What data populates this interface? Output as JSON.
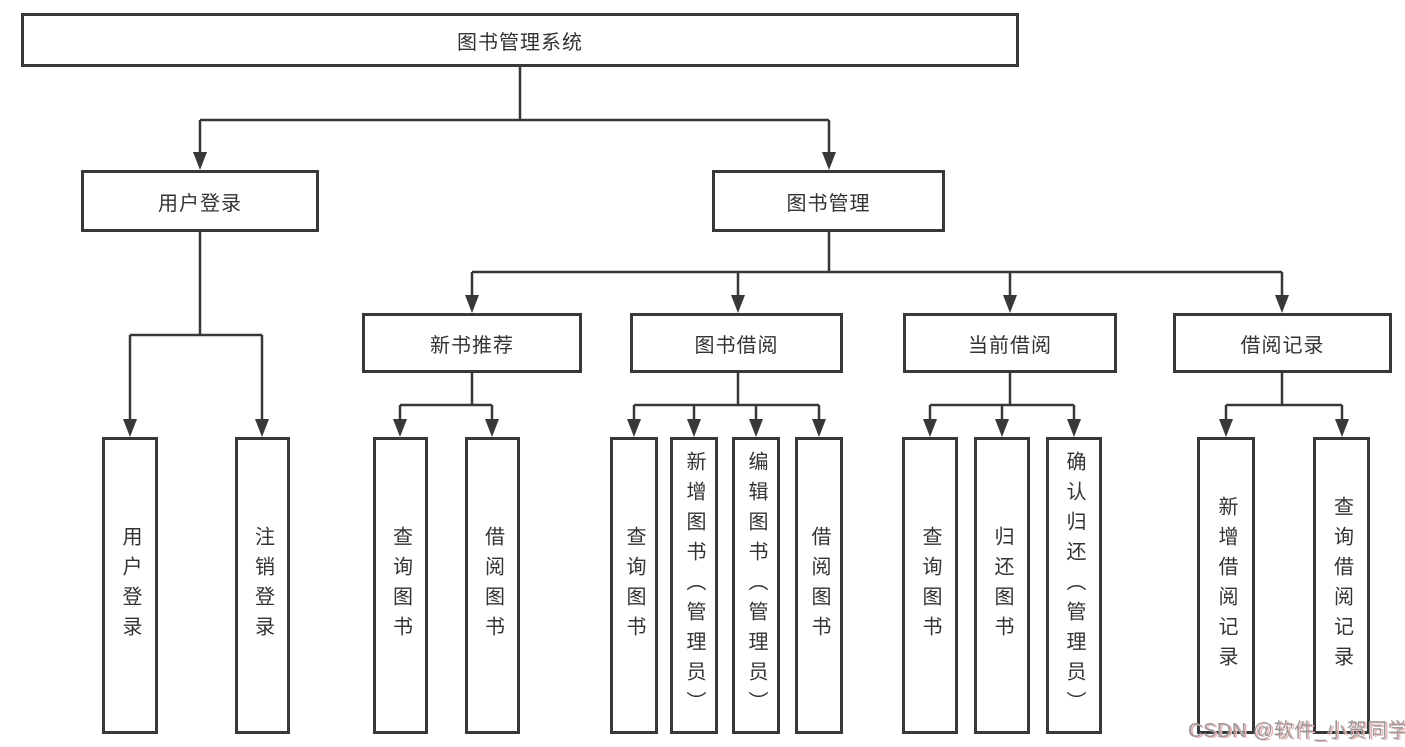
{
  "tree": {
    "root": {
      "label": "图书管理系统"
    },
    "branches": [
      {
        "label": "用户登录",
        "children": [
          "用户登录",
          "注销登录"
        ]
      },
      {
        "label": "图书管理",
        "groups": [
          {
            "label": "新书推荐",
            "children": [
              "查询图书",
              "借阅图书"
            ]
          },
          {
            "label": "图书借阅",
            "children": [
              "查询图书",
              "新增图书（管理员）",
              "编辑图书（管理员）",
              "借阅图书"
            ]
          },
          {
            "label": "当前借阅",
            "children": [
              "查询图书",
              "归还图书",
              "确认归还（管理员）"
            ]
          },
          {
            "label": "借阅记录",
            "children": [
              "新增借阅记录",
              "查询借阅记录"
            ]
          }
        ]
      }
    ]
  },
  "watermark": {
    "text": "CSDN @软件_小贺同学"
  },
  "colors": {
    "line": "#383838",
    "box_border": "#383838",
    "box_background": "#ffffff",
    "text": "#333333",
    "watermark_text": "#9a9a9a",
    "watermark_shadow": "#eab6b6",
    "background": "#ffffff"
  }
}
